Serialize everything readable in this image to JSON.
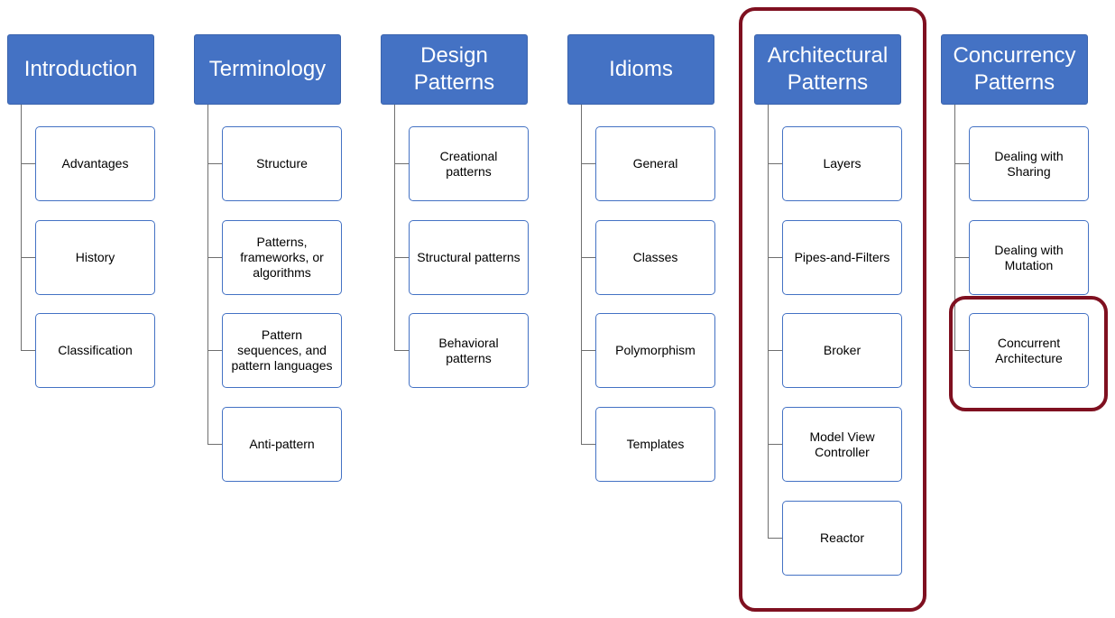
{
  "columns": [
    {
      "title": "Introduction",
      "items": [
        "Advantages",
        "History",
        "Classification"
      ]
    },
    {
      "title": "Terminology",
      "items": [
        "Structure",
        "Patterns,\nframeworks, or\nalgorithms",
        "Pattern\nsequences, and\npattern languages",
        "Anti-pattern"
      ]
    },
    {
      "title": "Design\nPatterns",
      "items": [
        "Creational\npatterns",
        "Structural patterns",
        "Behavioral\npatterns"
      ]
    },
    {
      "title": "Idioms",
      "items": [
        "General",
        "Classes",
        "Polymorphism",
        "Templates"
      ]
    },
    {
      "title": "Architectural\nPatterns",
      "items": [
        "Layers",
        "Pipes-and-Filters",
        "Broker",
        "Model View\nController",
        "Reactor"
      ]
    },
    {
      "title": "Concurrency\nPatterns",
      "items": [
        "Dealing with\nSharing",
        "Dealing with\nMutation",
        "Concurrent\nArchitecture"
      ]
    }
  ],
  "colors": {
    "header_fill": "#4472c4",
    "item_border": "#4472c4",
    "highlight_border": "#7f1020",
    "connector": "#6f6f6f"
  }
}
